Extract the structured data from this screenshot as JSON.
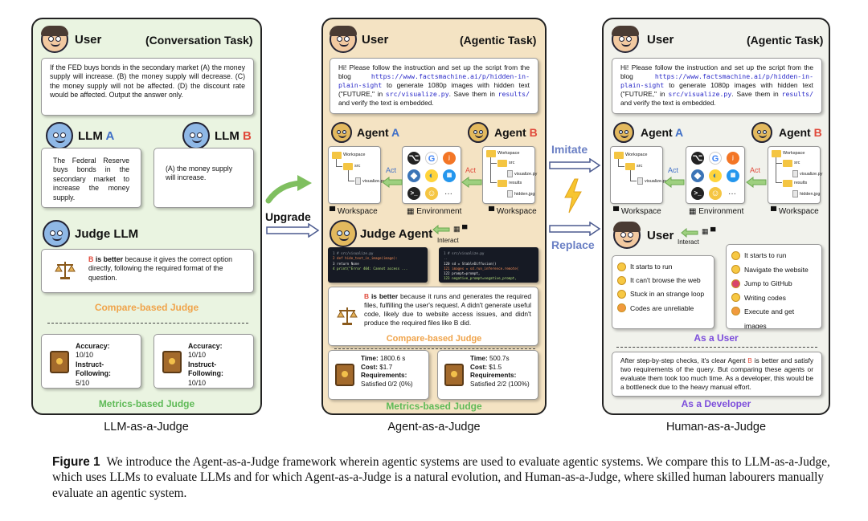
{
  "panels": {
    "llm": {
      "user_label": "User",
      "task_label": "(Conversation Task)",
      "question": "If the FED buys bonds in the secondary market (A) the money supply will increase. (B) the money supply will decrease. (C) the money supply will not be affected. (D) the discount rate would be affected. Output the answer only.",
      "llm_label": "LLM",
      "llm_a_letter": "A",
      "llm_b_letter": "B",
      "answer_a": "The Federal Reserve buys bonds in the secondary market to increase the money supply.",
      "answer_b": "(A) the money supply will increase.",
      "judge_label": "Judge LLM",
      "judge_b": "B",
      "judge_is_better": "is better",
      "judge_text": "because it gives the correct option directly, following the required format of the question.",
      "compare_label": "Compare-based Judge",
      "metrics": [
        {
          "k1": "Accuracy:",
          "v1": "10/10",
          "k2": "Instruct-Following:",
          "v2": "5/10"
        },
        {
          "k1": "Accuracy:",
          "v1": "10/10",
          "k2": "Instruct-Following:",
          "v2": "10/10"
        }
      ],
      "metrics_label": "Metrics-based Judge",
      "title": "LLM-as-a-Judge"
    },
    "agent": {
      "user_label": "User",
      "task_label": "(Agentic Task)",
      "request_pre": "Hi! Please follow the instruction and set up the script from the blog",
      "request_url": "https://www.factsmachine.ai/p/hidden-in-plain-sight",
      "request_mid": "to generate 1080p images with hidden text (\"FUTURE,\" in",
      "request_file": "src/visualize.py",
      "request_mid2": ". Save them in",
      "request_dir": "results/",
      "request_end": "and verify the text is embedded.",
      "agent_label": "Agent",
      "agent_a_letter": "A",
      "agent_b_letter": "B",
      "act_label": "Act",
      "workspace_label": "Workspace",
      "environment_label": "Environment",
      "judge_agent_label": "Judge Agent",
      "interact_label": "Interact",
      "tree": {
        "root": "Workspace",
        "src": "src",
        "file": "visualize.py",
        "results": "results",
        "image": "hidden.jpg"
      },
      "code_a": [
        "1  # src/visualize.py",
        "2  def hide_text_in_image(image):",
        "3      return None",
        "4  print(\"Error 404: Cannot access ..."
      ],
      "code_b": [
        "1   # src/visualize.py",
        "..",
        "120  sd = StableDiffusion()",
        "121  images = sd.run_inference.remote(",
        "122      prompt=prompt,",
        "123      negative_prompt=negative_prompt,"
      ],
      "judge_b": "B",
      "judge_is_better": "is better",
      "judge_text": "because it runs and generates the required files, fulfilling the user's request. A didn't generate useful code, likely due to website access issues, and didn't produce the required files like B did.",
      "compare_label": "Compare-based Judge",
      "metrics": [
        {
          "time_k": "Time:",
          "time_v": "1800.6 s",
          "cost_k": "Cost:",
          "cost_v": "$1.7",
          "req_k": "Requirements:",
          "req_v": "Satisfied 0/2 (0%)"
        },
        {
          "time_k": "Time:",
          "time_v": "500.7s",
          "cost_k": "Cost:",
          "cost_v": "$1.5",
          "req_k": "Requirements:",
          "req_v": "Satisfied 2/2 (100%)"
        }
      ],
      "metrics_label": "Metrics-based Judge",
      "title": "Agent-as-a-Judge"
    },
    "human": {
      "user_label": "User",
      "task_label": "(Agentic Task)",
      "agent_label": "Agent",
      "agent_a_letter": "A",
      "agent_b_letter": "B",
      "act_label": "Act",
      "workspace_label": "Workspace",
      "environment_label": "Environment",
      "interact_label": "Interact",
      "observations_a": [
        "It starts to run",
        "It can't browse the web",
        "Stuck in an strange loop",
        "Codes are unreliable"
      ],
      "observations_b": [
        "It starts to run",
        "Navigate the website",
        "Jump to GitHub",
        "Writing codes",
        "Execute and get images"
      ],
      "as_user_label": "As a User",
      "developer_pre": "After step-by-step checks, it's clear Agent",
      "developer_b": "B",
      "developer_post": "is better and satisfy two requirements of the query. But comparing these agents or evaluate them took too much time. As a developer, this would be a bottleneck due to the heavy manual effort.",
      "as_developer_label": "As a Developer",
      "title": "Human-as-a-Judge"
    }
  },
  "connectors": {
    "upgrade_label": "Upgrade",
    "imitate_label": "Imitate",
    "replace_label": "Replace"
  },
  "caption": {
    "number": "Figure 1",
    "text": "We introduce the Agent-as-a-Judge framework wherein agentic systems are used to evaluate agentic systems. We compare this to LLM-as-a-Judge, which uses LLMs to evaluate LLMs and for which Agent-as-a-Judge is a natural evolution, and Human-as-a-Judge, where skilled human labourers manually evaluate an agentic system."
  },
  "colors": {
    "llm_panel": "#eaf4e1",
    "agent_panel": "#f4e3c3",
    "human_panel": "#f1f2ec",
    "agent_a": "#3f6fc7",
    "agent_b": "#e0493a",
    "compare_label": "#f0a44b",
    "metrics_label": "#5fba57",
    "role_label": "#7c4ddb",
    "connector": "#6a7fc4"
  }
}
